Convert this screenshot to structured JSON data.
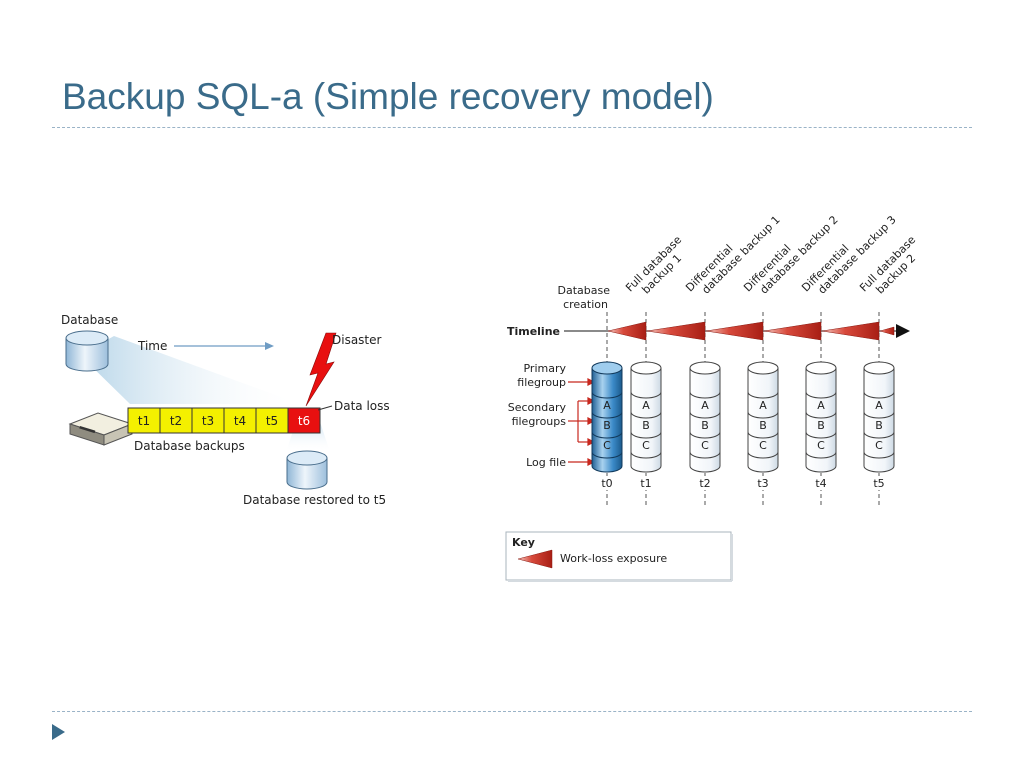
{
  "slide": {
    "title": "Backup SQL-a (Simple recovery model)"
  },
  "left_diagram": {
    "database_label": "Database",
    "time_label": "Time",
    "disaster_label": "Disaster",
    "data_loss_label": "Data loss",
    "backup_cells": [
      "t1",
      "t2",
      "t3",
      "t4",
      "t5",
      "t6"
    ],
    "backups_label": "Database backups",
    "restored_label": "Database restored to t5",
    "colors": {
      "backup_cell": "#f4f000",
      "lost_cell": "#e81010",
      "lightning": "#e81010"
    }
  },
  "right_diagram": {
    "event_labels": [
      [
        "Full database",
        "backup 1"
      ],
      [
        "Differential",
        "database backup 1"
      ],
      [
        "Differential",
        "database backup 2"
      ],
      [
        "Differential",
        "database backup 3"
      ],
      [
        "Full database",
        "backup 2"
      ]
    ],
    "database_creation": [
      "Database",
      "creation"
    ],
    "timeline_label": "Timeline",
    "primary_filegroup": [
      "Primary",
      "filegroup"
    ],
    "secondary_filegroups": [
      "Secondary",
      "filegroups"
    ],
    "log_file": "Log file",
    "segment_labels": [
      "A",
      "B",
      "C"
    ],
    "time_points": [
      "t0",
      "t1",
      "t2",
      "t3",
      "t4",
      "t5"
    ],
    "key_title": "Key",
    "key_item": "Work-loss exposure",
    "colors": {
      "exposure_wedge": "#c8281e",
      "primary_cylinder": "#2e7fc0"
    }
  }
}
